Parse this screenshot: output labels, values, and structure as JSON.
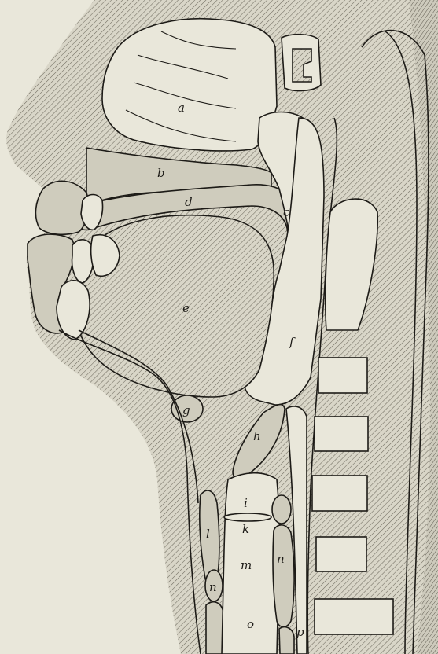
{
  "figure": {
    "labels": {
      "a": "a",
      "b": "b",
      "c": "c",
      "d": "d",
      "e": "e",
      "f": "f",
      "g": "g",
      "h_upper": "h",
      "i": "i",
      "k": "k",
      "l": "l",
      "m": "m",
      "n_left": "n",
      "n_right": "n",
      "o": "o",
      "p": "p"
    },
    "colors": {
      "paper": "#e9e7da",
      "ink": "#1d1b17",
      "hatch_fill": "#cfccbd"
    }
  }
}
